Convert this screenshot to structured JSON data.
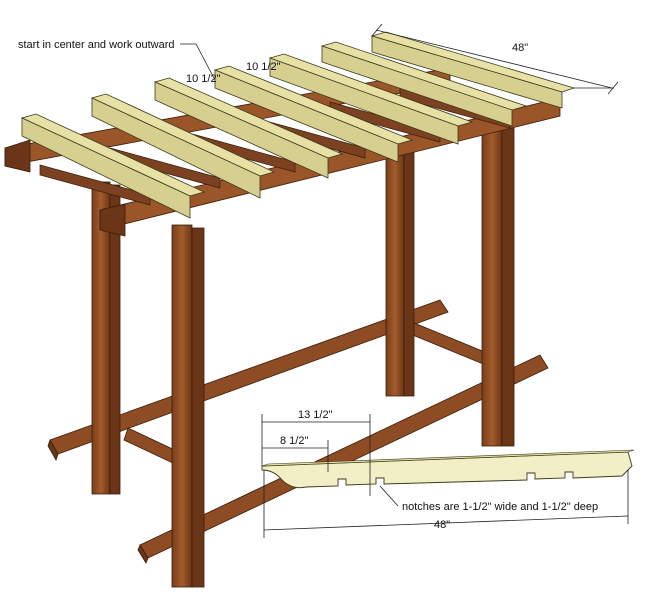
{
  "annotations": {
    "start_note": "start in center and work outward",
    "spacing_a": "10 1/2\"",
    "spacing_b": "10 1/2\"",
    "top_width": "48\"",
    "detail_13": "13 1/2\"",
    "detail_8": "8 1/2\"",
    "notch_note": "notches are 1-1/2\" wide and 1-1/2\" deep",
    "detail_48": "48\""
  },
  "colors": {
    "wood": "#8a4a24",
    "wood_dark": "#6b3517",
    "wood_light": "#a8622f",
    "rafter": "#e7e1a6",
    "rafter_side": "#c9c184"
  }
}
